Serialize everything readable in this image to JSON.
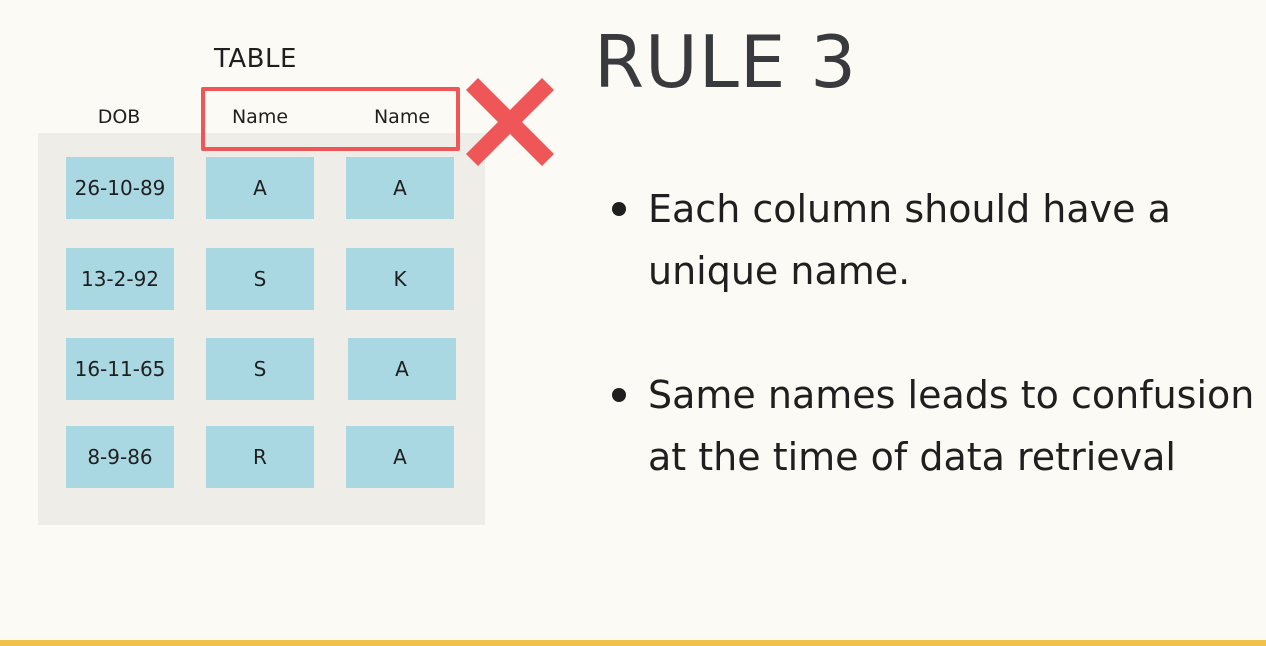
{
  "slide": {
    "title": "RULE 3"
  },
  "diagram": {
    "table_label": "TABLE",
    "columns": [
      "DOB",
      "Name",
      "Name"
    ],
    "rows": [
      [
        "26-10-89",
        "A",
        "A"
      ],
      [
        "13-2-92",
        "S",
        "K"
      ],
      [
        "16-11-65",
        "S",
        "A"
      ],
      [
        "8-9-86",
        "R",
        "A"
      ]
    ],
    "cross_icon": "cross-icon",
    "colors": {
      "cell": "#a9d7e2",
      "highlight": "#ef5657",
      "accent_bar": "#f0c24b"
    }
  },
  "bullets": [
    "Each column should have a unique name.",
    "Same names leads to confusion at the time of data retrieval"
  ]
}
